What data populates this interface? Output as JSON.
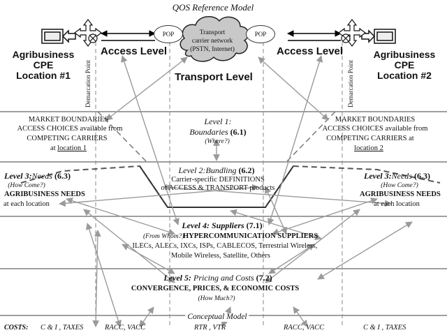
{
  "title": "QOS Reference Model",
  "top": {
    "access_level_left": "Access Level",
    "access_level_right": "Access Level",
    "pop_left": "POP",
    "pop_right": "POP",
    "cloud_lines": [
      "Transport",
      "carrier network",
      "(PSTN, Internet)"
    ],
    "transport_level": "Transport Level",
    "site_left": [
      "Agribusiness",
      "CPE",
      "Location #1"
    ],
    "site_right": [
      "Agribusiness",
      "CPE",
      "Location #2"
    ],
    "demarc_left": "Demarcation Point",
    "demarc_right": "Demarcation Point"
  },
  "level1": {
    "heading": "Level 1:",
    "subheading": "Boundaries",
    "ref": "(6.1)",
    "question": "(Where?)",
    "left": {
      "line1": "MARKET BOUNDARIES",
      "line2": "ACCESS  CHOICES available from",
      "line3": "COMPETING CARRIERS",
      "prefix": "at",
      "link": "location 1"
    },
    "right": {
      "line1": "MARKET BOUNDARIES",
      "line2": "ACCESS  CHOICES available from",
      "line3": "COMPETING CARRIERS at",
      "link": "location 2"
    }
  },
  "level2": {
    "heading": "Level 2:",
    "subheading": "Bundling",
    "ref": "(6.2)",
    "line1": "Carrier-specific DEFINITIONS",
    "line2": "of ACCESS & TRANSPORT products"
  },
  "level3_left": {
    "heading": "Level 3:",
    "subheading": "Needs",
    "ref": "(6.3)",
    "question": "(How Come?)",
    "line1": "AGRIBUSINESS NEEDS",
    "line2": "at each location"
  },
  "level3_right": {
    "heading": "Level 3:",
    "subheading": "Needs",
    "ref": "(6.3)",
    "question": "(How Come?)",
    "line1": "AGRIBUSINESS NEEDS",
    "line2": "at each location"
  },
  "level4": {
    "heading": "Level 4:",
    "subheading": "Suppliers",
    "ref": "(7.1)",
    "question": "(From Whom?)",
    "line1": "HYPERCOMMUNICATION SUPPLIERS",
    "line2": "ILECs, ALECs, IXCs, ISPs, CABLECOS, Terrestrial Wireless,",
    "line3": "Mobile Wireless, Satellite, Others"
  },
  "level5": {
    "heading": "Level 5:",
    "subheading": "Pricing and Costs",
    "ref": "(7.2)",
    "line1": "CONVERGENCE, PRICES, & ECONOMIC COSTS",
    "question": "(How Much?)"
  },
  "footer": {
    "conceptual": "Conceptual Model",
    "costs_label": "COSTS:",
    "cost1": "C & I , TAXES",
    "cost2": "RACC, VACC",
    "cost3": "RTR , VTR",
    "cost4": "RACC, VACC",
    "cost5": "C & I , TAXES"
  }
}
